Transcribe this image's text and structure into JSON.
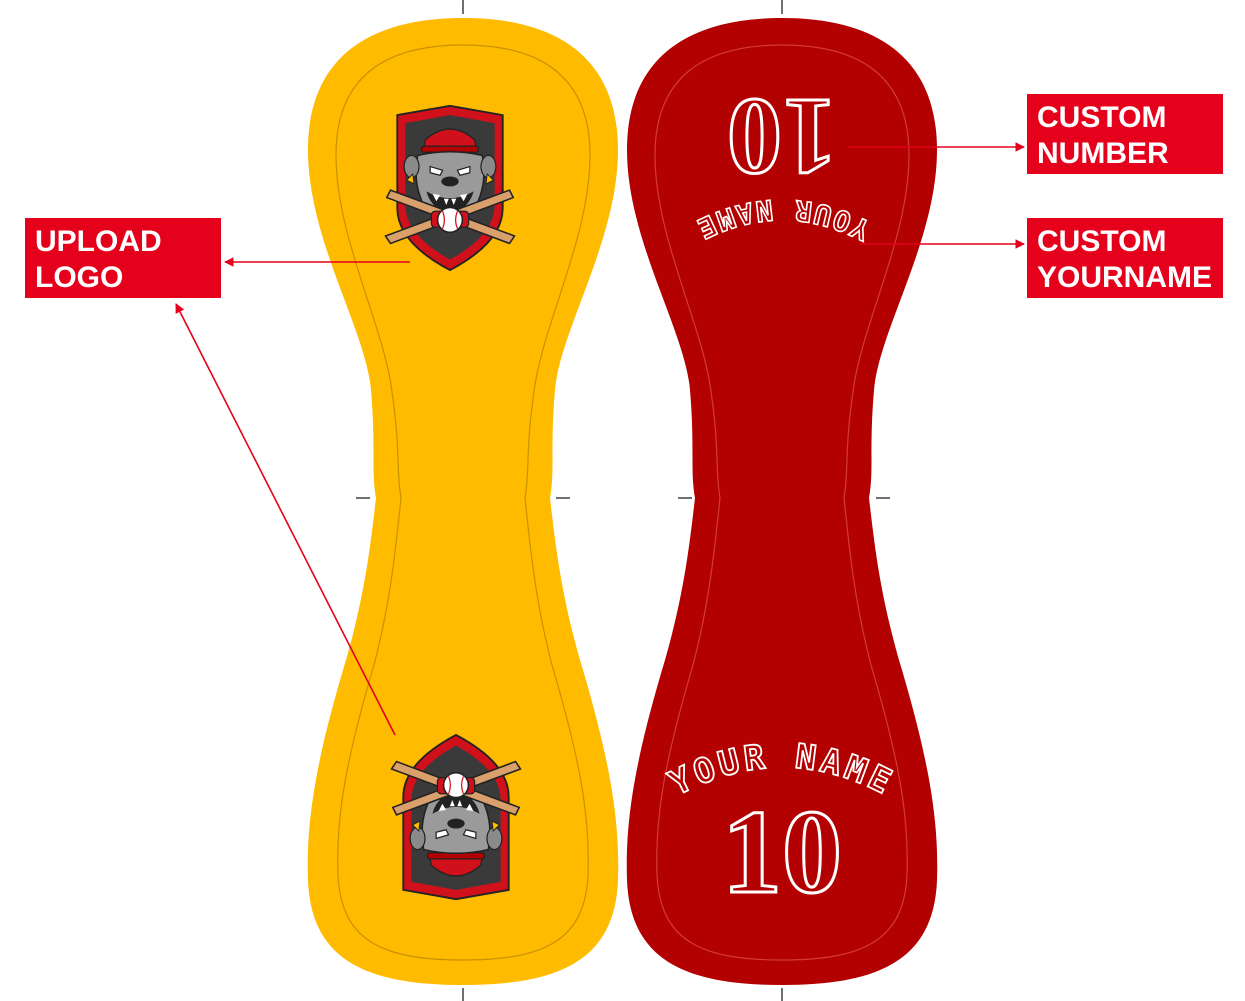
{
  "labels": {
    "upload_logo": [
      "UPLOAD",
      "LOGO"
    ],
    "custom_number": [
      "CUSTOM",
      "NUMBER"
    ],
    "custom_yourname": [
      "CUSTOM",
      "YOURNAME"
    ]
  },
  "panels": {
    "left": {
      "color": "#ffbb00"
    },
    "right": {
      "color": "#b30000",
      "number": "10",
      "name": "YOUR NAME"
    }
  },
  "colors": {
    "label_bg": "#e5001b",
    "arrow": "#e5001b",
    "logo_red": "#d0111b",
    "logo_dark": "#3a3a3a",
    "logo_gray": "#8f8f8f"
  },
  "icons": [
    "bulldog-logo-icon",
    "baseball-icon",
    "bat-icon",
    "arrow-icon"
  ]
}
